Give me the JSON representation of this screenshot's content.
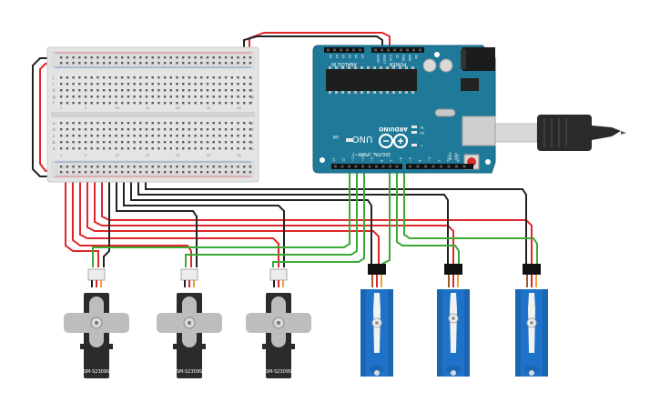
{
  "arduino": {
    "logo_text": "ARDUINO",
    "model_text": "UNO",
    "analog_header": "ANALOG IN",
    "power_header": "POWER",
    "digital_header": "DIGITAL (PWM~)",
    "on_label": "ON",
    "tx_label": "TX",
    "rx_label": "RX",
    "l_label": "L",
    "aref_label": "AREF",
    "gnd_label": "GND",
    "power_pins": [
      "IOREF",
      "RESET",
      "3.3V",
      "5V",
      "GND",
      "GND",
      "Vin"
    ],
    "analog_pins": [
      "A0",
      "A1",
      "A2",
      "A3",
      "A4",
      "A5"
    ],
    "digital_pins": [
      "13",
      "12",
      "~11",
      "~10",
      "~9",
      "8",
      "7",
      "~6",
      "~5",
      "4",
      "~3",
      "2",
      "TX 1",
      "RX 0"
    ]
  },
  "breadboard": {
    "row_letters_top": [
      "j",
      "i",
      "h",
      "g",
      "f"
    ],
    "row_letters_bottom": [
      "e",
      "d",
      "c",
      "b",
      "a"
    ],
    "column_numbers": [
      "1",
      "5",
      "10",
      "15",
      "20",
      "25",
      "30"
    ]
  },
  "servos": [
    {
      "model": "SM-S2309S"
    },
    {
      "model": "SM-S2309S"
    },
    {
      "model": "SM-S2309S"
    }
  ],
  "colors": {
    "arduino_board": "#1f7a9a",
    "arduino_board_dark": "#16607a",
    "breadboard": "#e4e4e4",
    "wire_red": "#e0262a",
    "wire_black": "#222222",
    "wire_green": "#3aaa35",
    "servo_black": "#2b2b2b",
    "servo_blue": "#1e73c8",
    "usb_plug": "#2a2a2a"
  }
}
